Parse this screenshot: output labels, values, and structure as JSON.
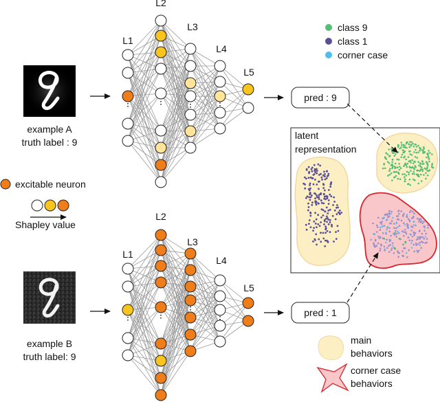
{
  "colors": {
    "edge": "#9a9a9a",
    "neuron_stroke": "#222222",
    "neuron_white": "#ffffff",
    "neuron_light": "#ffe49a",
    "neuron_yellow": "#f7c51e",
    "neuron_orange": "#ee7d1a",
    "class9": "#54bd76",
    "class1": "#5a4e97",
    "corner": "#4dbdf2",
    "main_blob_fill": "#fcefc4",
    "main_blob_stroke": "#f3d7a0",
    "corner_blob_fill": "#f9c7c9",
    "corner_blob_stroke": "#d7262b"
  },
  "legend": {
    "class9": "class 9",
    "class1": "class 1",
    "corner": "corner case"
  },
  "example_a": {
    "caption_line1": "example A",
    "caption_line2": "truth label : 9"
  },
  "example_b": {
    "caption_line1": "example B",
    "caption_line2": "truth label: 9"
  },
  "left_legend": {
    "excitable": "excitable neuron",
    "shapley": "Shapley value"
  },
  "network_a": {
    "layer_labels": [
      "L1",
      "L2",
      "L3",
      "L4",
      "L5"
    ],
    "states": [
      [
        "w",
        "w",
        "o",
        "w",
        "w"
      ],
      [
        "w",
        "y",
        "y",
        "w",
        "w",
        "w",
        "l",
        "o",
        "w"
      ],
      [
        "w",
        "w",
        "l",
        "w",
        "w",
        "l",
        "w"
      ],
      [
        "w",
        "w",
        "l",
        "w",
        "w"
      ],
      [
        "y",
        "w"
      ]
    ]
  },
  "network_b": {
    "layer_labels": [
      "L1",
      "L2",
      "L3",
      "L4",
      "L5"
    ],
    "states": [
      [
        "w",
        "w",
        "y",
        "w",
        "w"
      ],
      [
        "o",
        "o",
        "o",
        "o",
        "o",
        "o",
        "y",
        "o",
        "o"
      ],
      [
        "o",
        "o",
        "o",
        "o",
        "o",
        "o",
        "o"
      ],
      [
        "w",
        "w",
        "w",
        "w",
        "w"
      ],
      [
        "o",
        "o"
      ]
    ]
  },
  "pred_a": "pred : 9",
  "pred_b": "pred : 1",
  "latent_title_line1": "latent",
  "latent_title_line2": "representation",
  "bottom_legend": {
    "main_line1": "main",
    "main_line2": "behaviors",
    "corner_line1": "corner case",
    "corner_line2": "behaviors"
  }
}
